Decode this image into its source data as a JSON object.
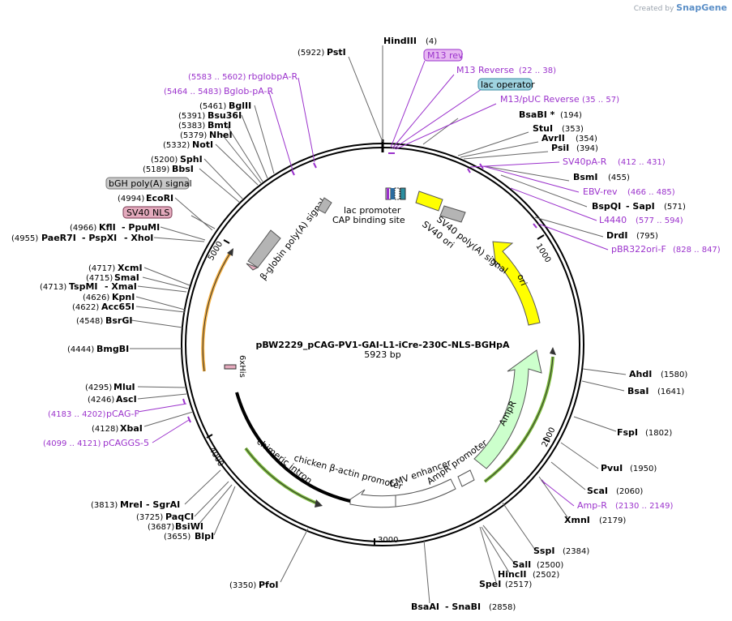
{
  "header": {
    "created_by": "Created by",
    "brand": "SnapGene"
  },
  "map": {
    "name": "pBW2229_pCAG-PV1-GAI-L1-iCre-230C-NLS-BGHpA",
    "length": "5923 bp",
    "ticks": [
      "1000",
      "2000",
      "3000",
      "4000",
      "5000"
    ]
  },
  "enzymes": [
    {
      "name": "HindIII",
      "pos": "(4)"
    },
    {
      "name": "BsaBI *",
      "pos": "(194)"
    },
    {
      "name": "StuI",
      "pos": "(353)"
    },
    {
      "name": "AvrII",
      "pos": "(354)"
    },
    {
      "name": "PsiI",
      "pos": "(394)"
    },
    {
      "name": "BsmI",
      "pos": "(455)"
    },
    {
      "name": "BspQI",
      "alt": "SapI",
      "pos": "(571)"
    },
    {
      "name": "DrdI",
      "pos": "(795)"
    },
    {
      "name": "AhdI",
      "pos": "(1580)"
    },
    {
      "name": "BsaI",
      "pos": "(1641)"
    },
    {
      "name": "FspI",
      "pos": "(1802)"
    },
    {
      "name": "PvuI",
      "pos": "(1950)"
    },
    {
      "name": "ScaI",
      "pos": "(2060)"
    },
    {
      "name": "XmnI",
      "pos": "(2179)"
    },
    {
      "name": "SspI",
      "pos": "(2384)"
    },
    {
      "name": "SalI",
      "pos": "(2500)"
    },
    {
      "name": "HincII",
      "pos": "(2502)"
    },
    {
      "name": "SpeI",
      "pos": "(2517)"
    },
    {
      "name": "BsaAI",
      "alt": "SnaBI",
      "pos": "(2858)"
    },
    {
      "name": "PfoI",
      "pos": "(3350)"
    },
    {
      "name": "BlpI",
      "pos": "(3655)"
    },
    {
      "name": "BsiWI",
      "pos": "(3687)"
    },
    {
      "name": "PaqCI",
      "pos": "(3725)"
    },
    {
      "name": "MreI",
      "alt": "SgrAI",
      "pos": "(3813)"
    },
    {
      "name": "XbaI",
      "pos": "(4128)"
    },
    {
      "name": "AscI",
      "pos": "(4246)"
    },
    {
      "name": "MluI",
      "pos": "(4295)"
    },
    {
      "name": "BmgBI",
      "pos": "(4444)"
    },
    {
      "name": "BsrGI",
      "pos": "(4548)"
    },
    {
      "name": "Acc65I",
      "pos": "(4622)"
    },
    {
      "name": "KpnI",
      "pos": "(4626)"
    },
    {
      "name": "TspMI",
      "alt": "XmaI",
      "pos": "(4713)"
    },
    {
      "name": "SmaI",
      "pos": "(4715)"
    },
    {
      "name": "XcmI",
      "pos": "(4717)"
    },
    {
      "name": "PaeR7I",
      "alt": "PspXI",
      "alt2": "XhoI",
      "pos": "(4955)"
    },
    {
      "name": "KflI",
      "alt": "PpuMI",
      "pos": "(4966)"
    },
    {
      "name": "EcoRI",
      "pos": "(4994)"
    },
    {
      "name": "BbsI",
      "pos": "(5189)"
    },
    {
      "name": "SphI",
      "pos": "(5200)"
    },
    {
      "name": "NotI",
      "pos": "(5332)"
    },
    {
      "name": "NheI",
      "pos": "(5379)"
    },
    {
      "name": "BmtI",
      "pos": "(5383)"
    },
    {
      "name": "Bsu36I",
      "pos": "(5391)"
    },
    {
      "name": "BglII",
      "pos": "(5461)"
    },
    {
      "name": "PstI",
      "pos": "(5922)"
    }
  ],
  "primers": [
    {
      "name": "M13 rev",
      "boxed": true
    },
    {
      "name": "M13 Reverse",
      "range": "(22 .. 38)"
    },
    {
      "name": "M13/pUC Reverse",
      "range": "(35 .. 57)"
    },
    {
      "name": "SV40pA-R",
      "range": "(412 .. 431)"
    },
    {
      "name": "EBV-rev",
      "range": "(466 .. 485)"
    },
    {
      "name": "L4440",
      "range": "(577 .. 594)"
    },
    {
      "name": "pBR322ori-F",
      "range": "(828 .. 847)"
    },
    {
      "name": "Amp-R",
      "range": "(2130 .. 2149)"
    },
    {
      "name": "pCAG-F",
      "range": "(4183 .. 4202)"
    },
    {
      "name": "pCAGGS-5",
      "range": "(4099 .. 4121)"
    },
    {
      "name": "Bglob-pA-R",
      "range": "(5464 .. 5483)"
    },
    {
      "name": "rbglobpA-R",
      "range": "(5583 .. 5602)"
    }
  ],
  "boxed_features": [
    {
      "name": "lac operator",
      "color": "#9fd3e0"
    },
    {
      "name": "bGH poly(A) signal",
      "color": "#c8c8c8"
    },
    {
      "name": "SV40 NLS",
      "color": "#e4aabd"
    }
  ],
  "features": [
    {
      "name": "lac promoter"
    },
    {
      "name": "CAP binding site"
    },
    {
      "name": "SV40 poly(A) signal"
    },
    {
      "name": "SV40 ori"
    },
    {
      "name": "ori"
    },
    {
      "name": "AmpR"
    },
    {
      "name": "AmpR promoter"
    },
    {
      "name": "CMV enhancer"
    },
    {
      "name": "chicken β-actin promoter"
    },
    {
      "name": "chimeric intron"
    },
    {
      "name": "6xHis"
    },
    {
      "name": "β-globin poly(A) signal"
    }
  ],
  "colors": {
    "backbone": "#000000",
    "ori": "#ffff00",
    "ampr": "#ccffcc",
    "primer": "#9b32cc",
    "gray_feature": "#b4b4b4",
    "orange_arrow": "#f5b041",
    "green_arrow": "#7dbd3c"
  }
}
